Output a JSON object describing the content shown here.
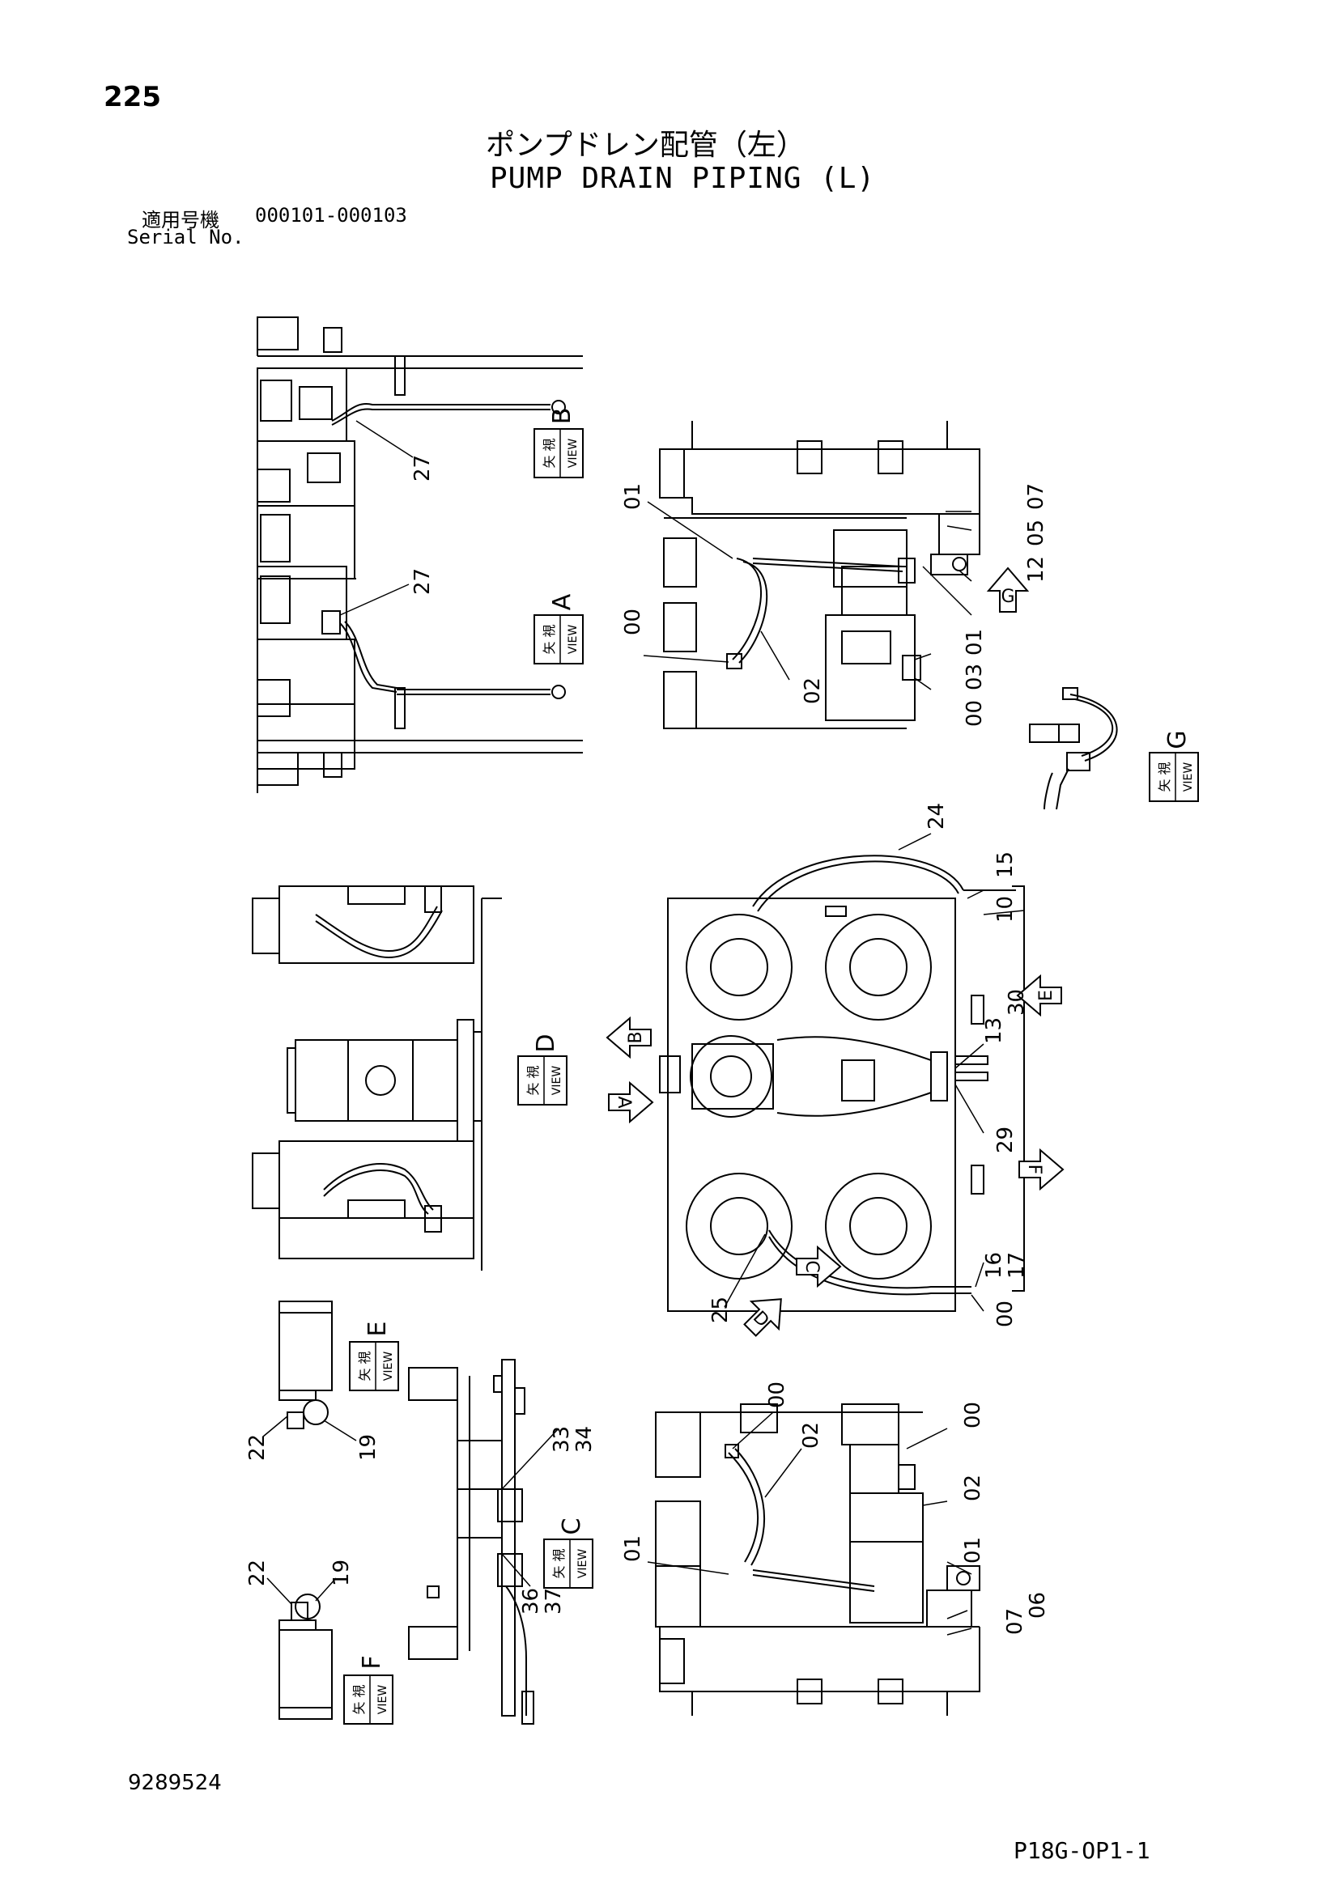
{
  "header": {
    "page_number": "225",
    "title_jp": "ポンプドレン配管（左）",
    "title_en": "PUMP DRAIN PIPING (L)",
    "serial_label_jp": "適用号機",
    "serial_range": "000101-000103",
    "serial_label_en": "Serial No."
  },
  "footer": {
    "part_number": "9289524",
    "figure_code": "P18G-OP1-1"
  },
  "view_boxes": [
    {
      "id": "B",
      "jp": "矢 視",
      "en": "VIEW",
      "letter": "B"
    },
    {
      "id": "A",
      "jp": "矢 視",
      "en": "VIEW",
      "letter": "A"
    },
    {
      "id": "G",
      "jp": "矢 視",
      "en": "VIEW",
      "letter": "G"
    },
    {
      "id": "D",
      "jp": "矢 視",
      "en": "VIEW",
      "letter": "D"
    },
    {
      "id": "E",
      "jp": "矢 視",
      "en": "VIEW",
      "letter": "E"
    },
    {
      "id": "C",
      "jp": "矢 視",
      "en": "VIEW",
      "letter": "C"
    },
    {
      "id": "F",
      "jp": "矢 視",
      "en": "VIEW",
      "letter": "F"
    }
  ],
  "direction_arrows": [
    "G",
    "E",
    "B",
    "A",
    "F",
    "C",
    "D"
  ],
  "callouts": {
    "view_b": [
      "27"
    ],
    "view_a": [
      "27"
    ],
    "top_right": [
      "01",
      "07",
      "05",
      "12",
      "01",
      "03",
      "00",
      "02",
      "00"
    ],
    "center": [
      "24",
      "15",
      "10",
      "13",
      "30",
      "29",
      "16",
      "17",
      "00",
      "25"
    ],
    "view_e": [
      "22",
      "19"
    ],
    "view_c": [
      "33",
      "34",
      "36",
      "37"
    ],
    "view_f": [
      "22",
      "19"
    ],
    "bottom_right": [
      "00",
      "02",
      "00",
      "02",
      "01",
      "06",
      "07",
      "01"
    ]
  }
}
